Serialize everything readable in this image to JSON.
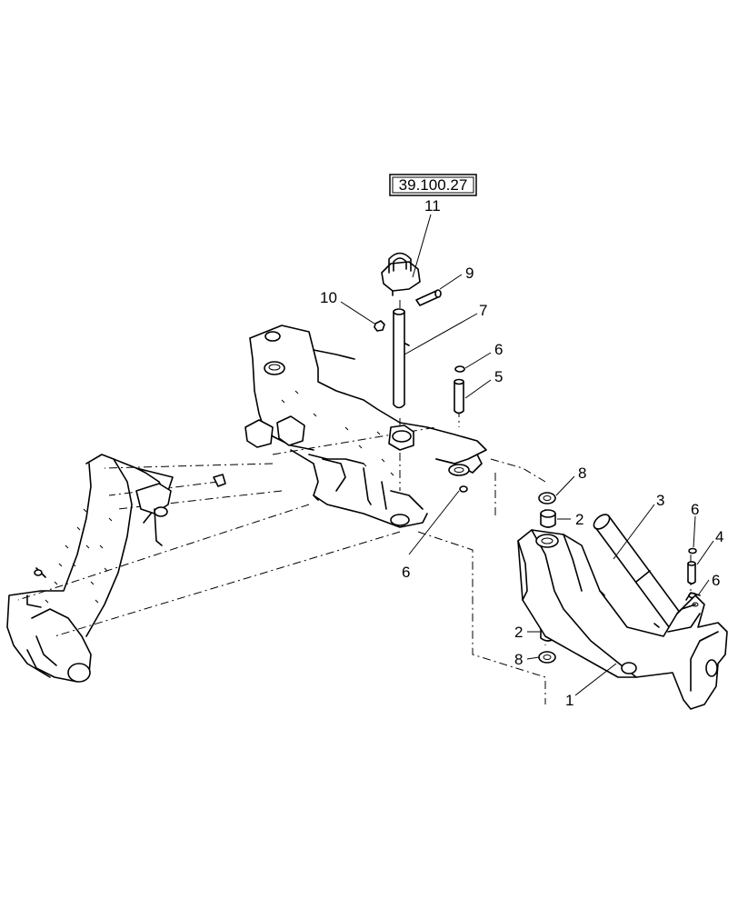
{
  "reference_box": {
    "text": "39.100.27"
  },
  "callouts": [
    {
      "id": "c11",
      "label": "11"
    },
    {
      "id": "c9",
      "label": "9"
    },
    {
      "id": "c10",
      "label": "10"
    },
    {
      "id": "c7",
      "label": "7"
    },
    {
      "id": "c6a",
      "label": "6"
    },
    {
      "id": "c5",
      "label": "5"
    },
    {
      "id": "c8a",
      "label": "8"
    },
    {
      "id": "c2a",
      "label": "2"
    },
    {
      "id": "c3",
      "label": "3"
    },
    {
      "id": "c6b",
      "label": "6"
    },
    {
      "id": "c4",
      "label": "4"
    },
    {
      "id": "c6c",
      "label": "6"
    },
    {
      "id": "c6d",
      "label": "6"
    },
    {
      "id": "c2b",
      "label": "2"
    },
    {
      "id": "c8b",
      "label": "8"
    },
    {
      "id": "c1",
      "label": "1"
    }
  ]
}
